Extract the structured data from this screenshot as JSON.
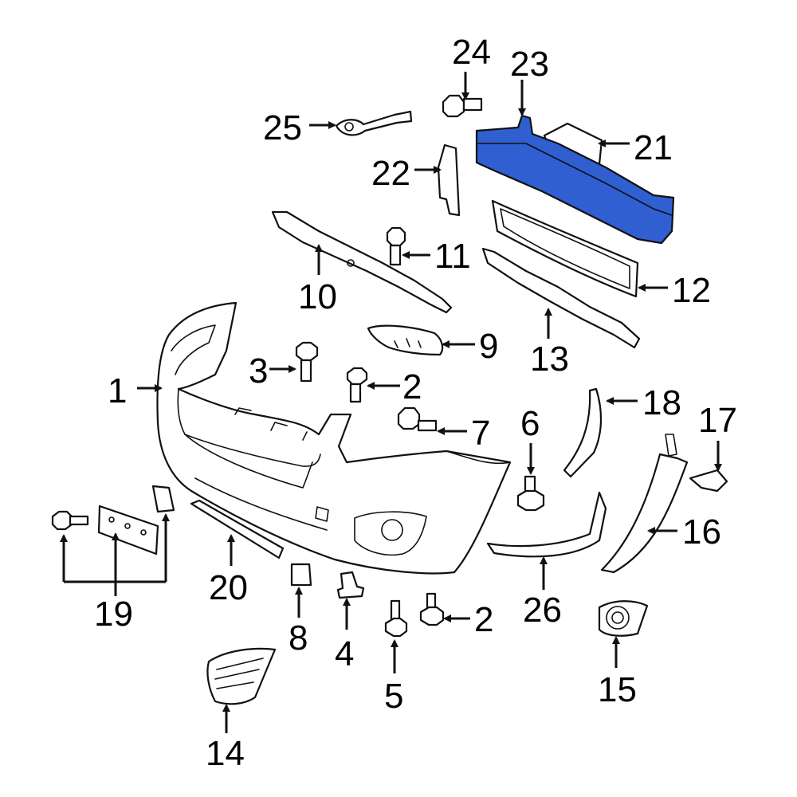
{
  "highlight_color": "#2f5fd0",
  "highlighted_part": "23",
  "callouts": [
    {
      "id": "c1",
      "label": "1"
    },
    {
      "id": "c2a",
      "label": "2"
    },
    {
      "id": "c2b",
      "label": "2"
    },
    {
      "id": "c3",
      "label": "3"
    },
    {
      "id": "c4",
      "label": "4"
    },
    {
      "id": "c5",
      "label": "5"
    },
    {
      "id": "c6",
      "label": "6"
    },
    {
      "id": "c7",
      "label": "7"
    },
    {
      "id": "c8",
      "label": "8"
    },
    {
      "id": "c9",
      "label": "9"
    },
    {
      "id": "c10",
      "label": "10"
    },
    {
      "id": "c11",
      "label": "11"
    },
    {
      "id": "c12",
      "label": "12"
    },
    {
      "id": "c13",
      "label": "13"
    },
    {
      "id": "c14",
      "label": "14"
    },
    {
      "id": "c15",
      "label": "15"
    },
    {
      "id": "c16",
      "label": "16"
    },
    {
      "id": "c17",
      "label": "17"
    },
    {
      "id": "c18",
      "label": "18"
    },
    {
      "id": "c19",
      "label": "19"
    },
    {
      "id": "c20",
      "label": "20"
    },
    {
      "id": "c21",
      "label": "21"
    },
    {
      "id": "c22",
      "label": "22"
    },
    {
      "id": "c23",
      "label": "23"
    },
    {
      "id": "c24",
      "label": "24"
    },
    {
      "id": "c25",
      "label": "25"
    },
    {
      "id": "c26",
      "label": "26"
    }
  ]
}
